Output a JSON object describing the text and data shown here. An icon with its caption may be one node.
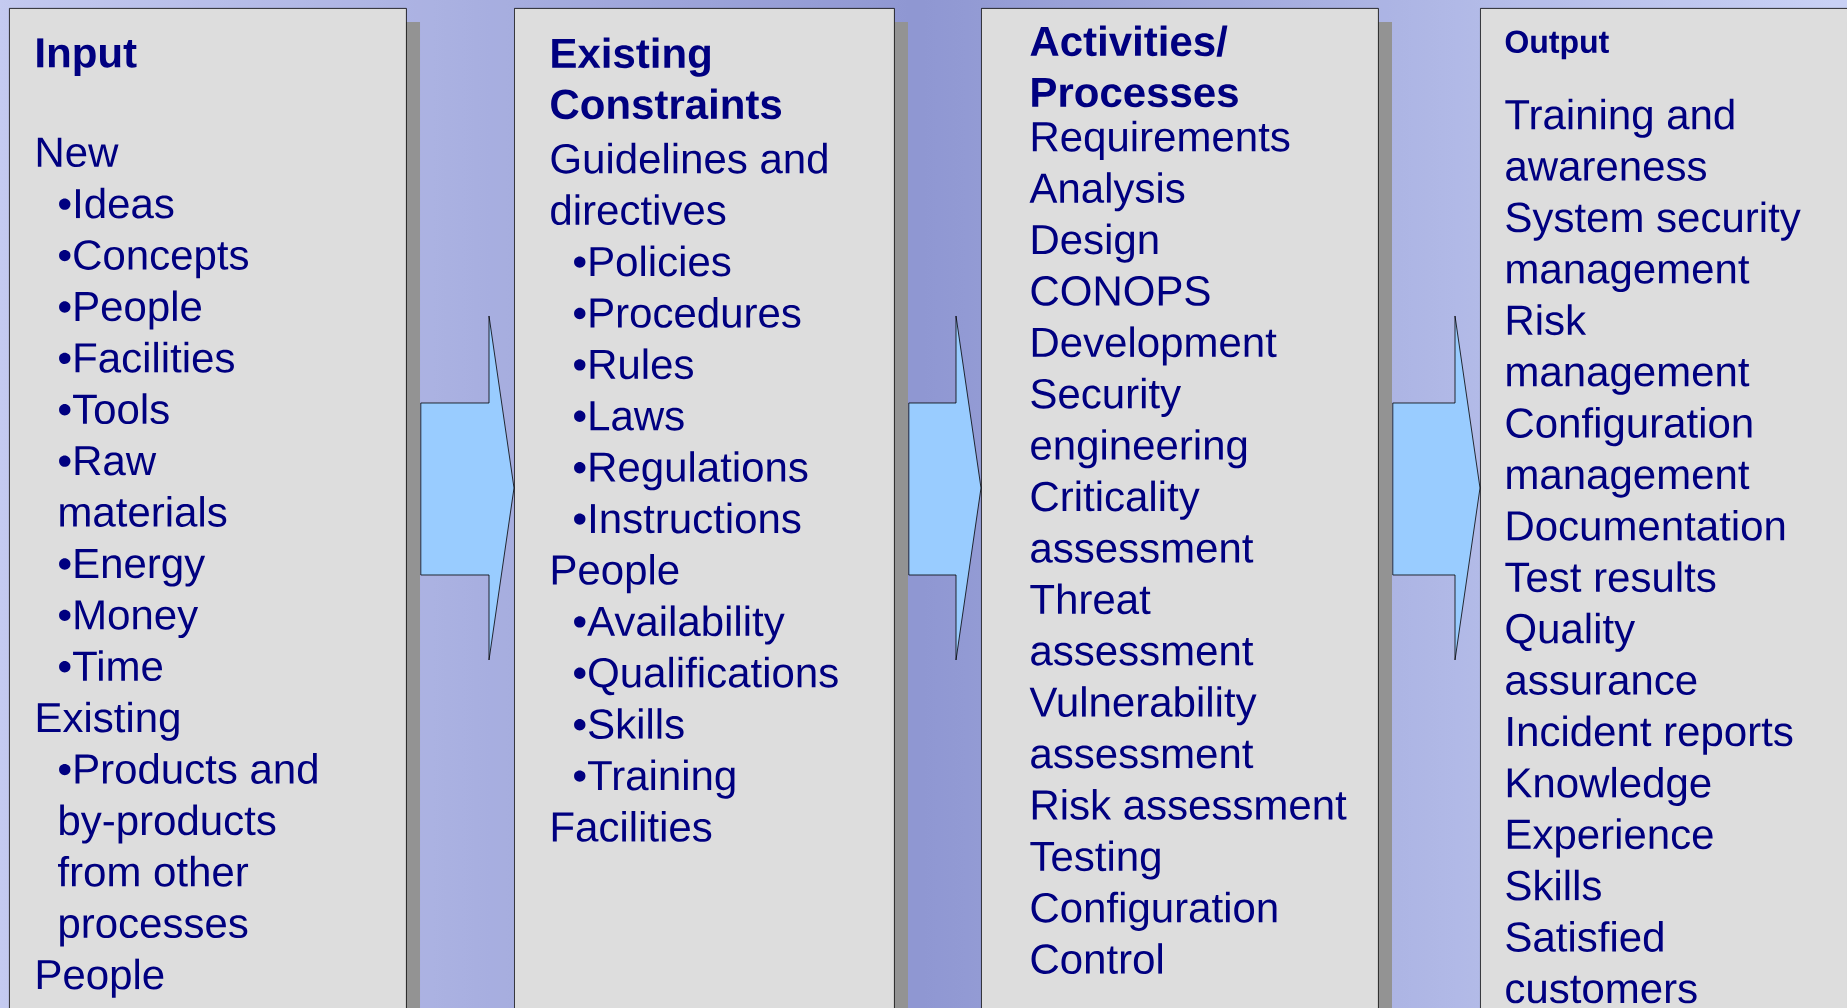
{
  "diagram": {
    "nodes": [
      {
        "text": [
          "Input",
          "New",
          "•Ideas",
          "•Concepts",
          "•People",
          "•Facilities",
          "•Tools",
          "•Raw materials",
          "•Energy",
          "•Money",
          "•Time",
          "Existing",
          "•Products and by-products from other processes",
          "People"
        ]
      },
      {
        "text": [
          "Existing Constraints",
          "Guidelines and directives",
          "•Policies",
          "•Procedures",
          "•Rules",
          "•Laws",
          "•Regulations",
          "•Instructions",
          "People",
          "•Availability",
          "•Qualifications",
          "•Skills",
          "•Training",
          "Facilities"
        ]
      },
      {
        "text": [
          "Activities/ Processes",
          "Requirements Analysis",
          "Design",
          "CONOPS",
          "Development",
          "Security engineering",
          "Criticality assessment",
          "Threat assessment",
          "Vulnerability assessment",
          "Risk assessment",
          "Testing",
          "Configuration Control"
        ]
      },
      {
        "text": [
          "Output",
          "Training and awareness",
          "System security management",
          "Risk management",
          "Configuration management",
          "Documentation",
          "Test results",
          "Quality assurance",
          "Incident reports",
          "Knowledge",
          "Experience",
          "Skills",
          "Satisfied customers"
        ]
      }
    ],
    "edges": [
      {
        "from": 0,
        "to": 1,
        "arrow": "to"
      },
      {
        "from": 1,
        "to": 2,
        "arrow": "to"
      },
      {
        "from": 2,
        "to": 3,
        "arrow": "to"
      }
    ]
  }
}
